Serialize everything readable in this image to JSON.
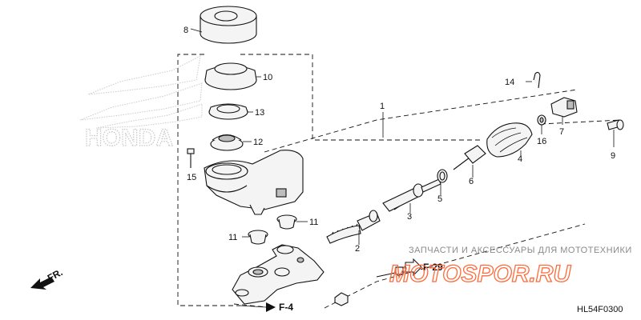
{
  "watermark": {
    "brand_text": "HONDA",
    "shop_line": "ЗАПЧАСТИ И АКСЕССУАРЫ ДЛЯ МОТОТЕХНИКИ",
    "shop_logo": "MOTOSPOR.RU"
  },
  "diagram": {
    "code": "HL54F0300",
    "front_label": "FR.",
    "refs": [
      "F-4",
      "F-29"
    ],
    "callouts": [
      "8",
      "10",
      "13",
      "12",
      "15",
      "11",
      "11",
      "1",
      "14",
      "7",
      "16",
      "9",
      "4",
      "6",
      "5",
      "3",
      "2"
    ]
  },
  "colors": {
    "line": "#111111",
    "watermark_orange": "#ff6a3a",
    "watermark_gray": "#b8b8b8"
  }
}
